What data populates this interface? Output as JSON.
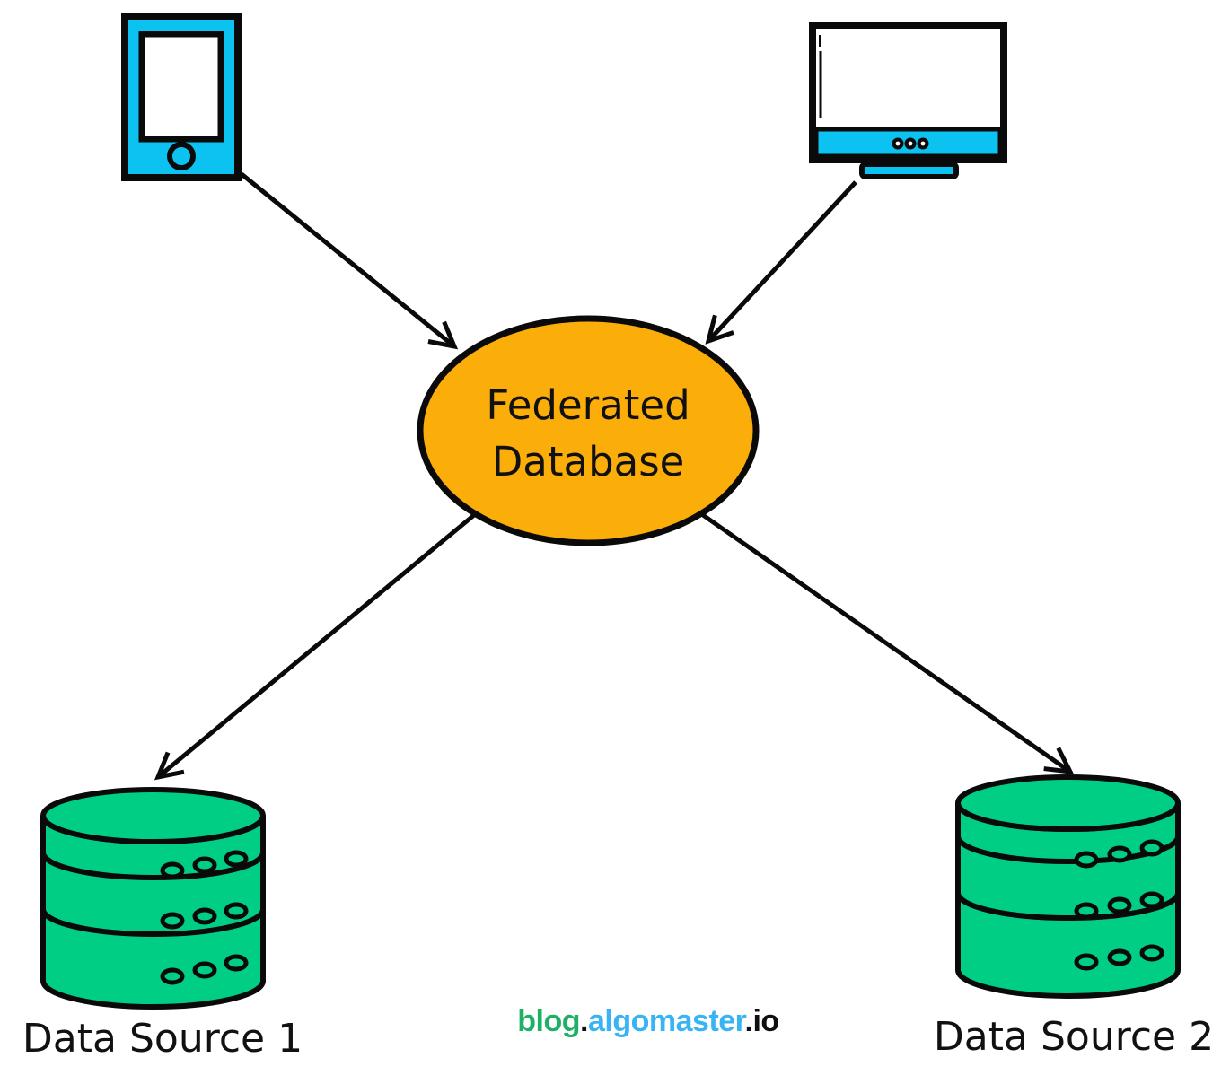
{
  "diagram": {
    "center_node": {
      "label_line1": "Federated",
      "label_line2": "Database"
    },
    "sources": [
      {
        "label": "Data Source 1"
      },
      {
        "label": "Data Source 2"
      }
    ],
    "icons": {
      "client_left": "tablet-icon",
      "client_right": "monitor-icon",
      "storage": "database-cylinder-icon"
    }
  },
  "branding": {
    "part_blog": "blog",
    "dot1": ".",
    "part_algomaster": "algomaster",
    "dot2": ".",
    "part_io": "io"
  },
  "colors": {
    "device_cyan": "#0cc2f0",
    "node_orange": "#fbad09",
    "db_green": "#00ce85",
    "outline_black": "#0a0a0a",
    "brand_green": "#1fb068",
    "brand_blue": "#38b3f3",
    "brand_dark": "#101010"
  }
}
